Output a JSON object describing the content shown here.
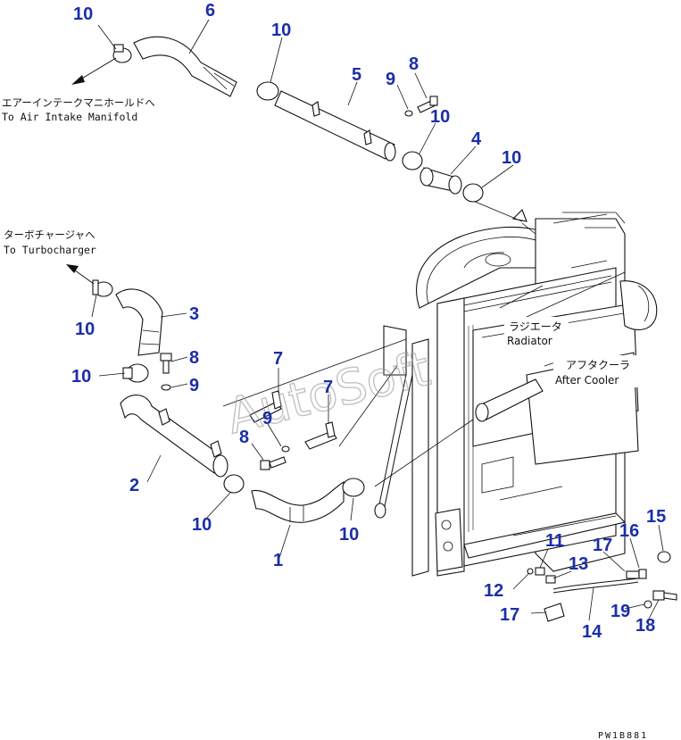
{
  "diagram": {
    "callouts": [
      {
        "id": "c10a",
        "text": "10"
      },
      {
        "id": "c6",
        "text": "6"
      },
      {
        "id": "c10b",
        "text": "10"
      },
      {
        "id": "c5",
        "text": "5"
      },
      {
        "id": "c9a",
        "text": "9"
      },
      {
        "id": "c8a",
        "text": "8"
      },
      {
        "id": "c10c",
        "text": "10"
      },
      {
        "id": "c4",
        "text": "4"
      },
      {
        "id": "c10d",
        "text": "10"
      },
      {
        "id": "c3",
        "text": "3"
      },
      {
        "id": "c10e",
        "text": "10"
      },
      {
        "id": "c8b",
        "text": "8"
      },
      {
        "id": "c10f",
        "text": "10"
      },
      {
        "id": "c9b",
        "text": "9"
      },
      {
        "id": "c7a",
        "text": "7"
      },
      {
        "id": "c7b",
        "text": "7"
      },
      {
        "id": "c9c",
        "text": "9"
      },
      {
        "id": "c8c",
        "text": "8"
      },
      {
        "id": "c2",
        "text": "2"
      },
      {
        "id": "c10g",
        "text": "10"
      },
      {
        "id": "c10h",
        "text": "10"
      },
      {
        "id": "c1",
        "text": "1"
      },
      {
        "id": "c11",
        "text": "11"
      },
      {
        "id": "c12",
        "text": "12"
      },
      {
        "id": "c13",
        "text": "13"
      },
      {
        "id": "c17a",
        "text": "17"
      },
      {
        "id": "c16",
        "text": "16"
      },
      {
        "id": "c15",
        "text": "15"
      },
      {
        "id": "c17b",
        "text": "17"
      },
      {
        "id": "c14",
        "text": "14"
      },
      {
        "id": "c19",
        "text": "19"
      },
      {
        "id": "c18",
        "text": "18"
      }
    ],
    "notes": {
      "intake_jp": "エアーインテークマニホールドへ",
      "intake_en": "To Air Intake Manifold",
      "turbo_jp": "ターボチャージャへ",
      "turbo_en": "To Turbocharger",
      "radiator_jp": "ラジエータ",
      "radiator_en": "Radiator",
      "aftercooler_jp": "アフタクーラ",
      "aftercooler_en": "After Cooler"
    },
    "watermark": "AutoSoft",
    "drawing_code": "PW1B881",
    "colors": {
      "callout": "#1a2ea8",
      "line": "#111111"
    }
  }
}
